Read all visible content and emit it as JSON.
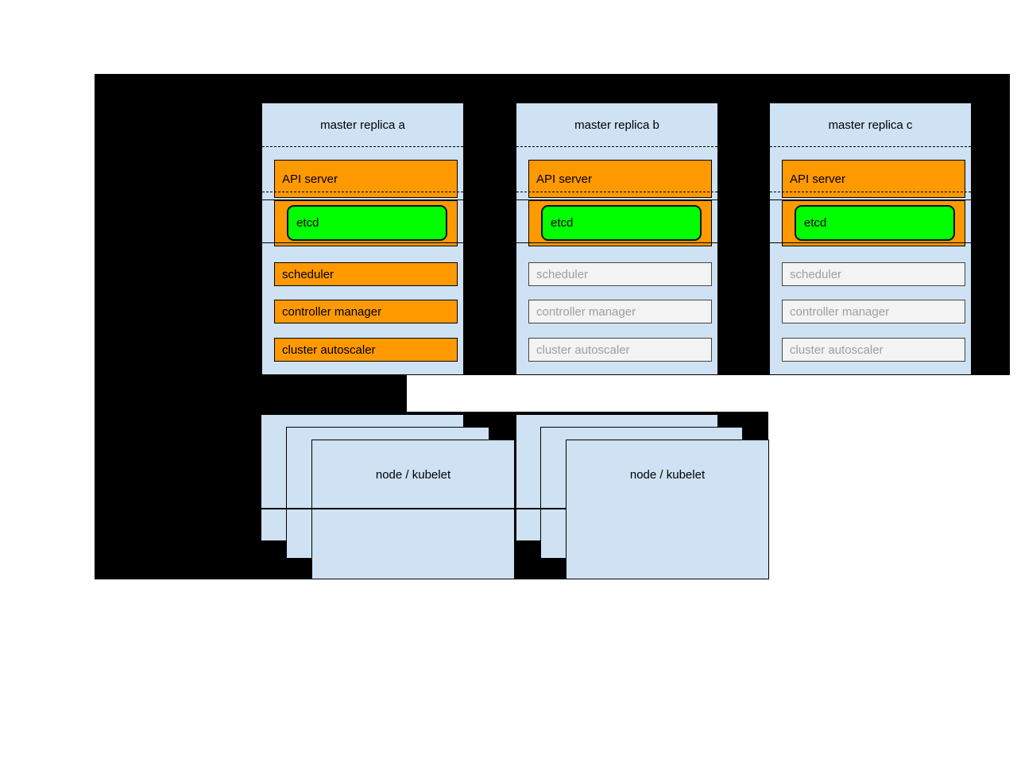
{
  "palette": {
    "backdrop": "#000000",
    "panel_blue": "#cfe2f3",
    "active_orange": "#ff9900",
    "etcd_green": "#00ff00",
    "inactive_fill": "#f3f3f3",
    "inactive_text": "#9e9e9e"
  },
  "masters": [
    {
      "title": "master replica a",
      "state": "active",
      "api_server": "API server",
      "etcd": "etcd",
      "scheduler": "scheduler",
      "controller_manager": "controller manager",
      "cluster_autoscaler": "cluster autoscaler"
    },
    {
      "title": "master replica b",
      "state": "inactive",
      "api_server": "API server",
      "etcd": "etcd",
      "scheduler": "scheduler",
      "controller_manager": "controller manager",
      "cluster_autoscaler": "cluster autoscaler"
    },
    {
      "title": "master replica c",
      "state": "inactive",
      "api_server": "API server",
      "etcd": "etcd",
      "scheduler": "scheduler",
      "controller_manager": "controller manager",
      "cluster_autoscaler": "cluster autoscaler"
    }
  ],
  "nodes": [
    {
      "label": "node / kubelet"
    },
    {
      "label": "node / kubelet"
    }
  ]
}
